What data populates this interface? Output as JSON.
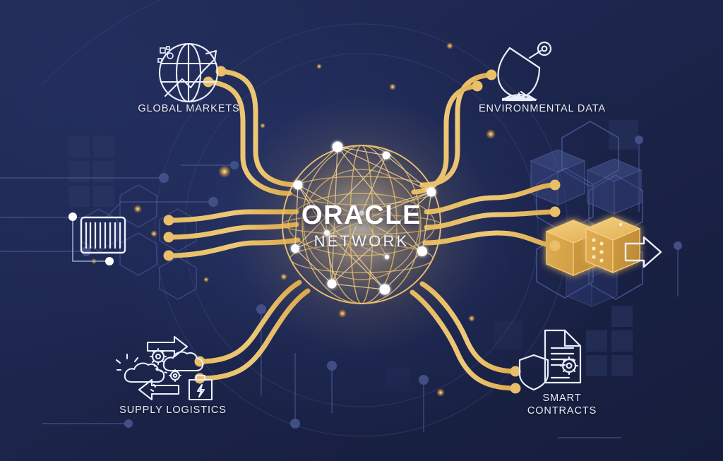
{
  "scene": {
    "title": "Oracle Network Data Flow Infographic",
    "background_color": "#1d2750",
    "accent_gold": "#e8b котор"
  },
  "center": {
    "name": "oracle-network-sphere",
    "title": "ORACLE",
    "subtitle": "NETWORK",
    "node_count": 11
  },
  "nodes": [
    {
      "id": "global-markets",
      "label": "GLOBAL MARKETS",
      "icon": "globe-trend-icon",
      "position": "top-left",
      "connector_count": 2
    },
    {
      "id": "environmental-data",
      "label": "ENVIRONMENTAL DATA",
      "icon": "satellite-dish-icon",
      "position": "top-right",
      "connector_count": 2
    },
    {
      "id": "supply-logistics",
      "label": "SUPPLY LOGISTICS",
      "icon": "cloud-logistics-icon",
      "position": "bottom-left",
      "connector_count": 2
    },
    {
      "id": "smart-contracts",
      "label": "SMART\nCONTRACTS",
      "icon": "contract-shield-icon",
      "position": "bottom-right",
      "connector_count": 2
    },
    {
      "id": "shipping-barcode",
      "label": "",
      "icon": "barcode-container-icon",
      "position": "left",
      "connector_count": 3
    },
    {
      "id": "blockchain-cubes",
      "label": "",
      "icon": "blockchain-cubes-icon",
      "position": "right",
      "connector_count": 3
    }
  ],
  "colors": {
    "gold": "#e3b košt"
  },
  "palette": {
    "gold_light": "#f2ce7e",
    "gold": "#e2b352",
    "gold_dark": "#c9913a",
    "navy": "#1d2750",
    "navy_deep": "#161d3c",
    "outline_white": "#e8ecf7",
    "node_white": "#ffffff"
  },
  "decor": {
    "arrow_right": "arrow-right-icon",
    "hexagons": 9,
    "cubes_gold": 2,
    "cubes_ghost": 4,
    "particles": 14
  }
}
